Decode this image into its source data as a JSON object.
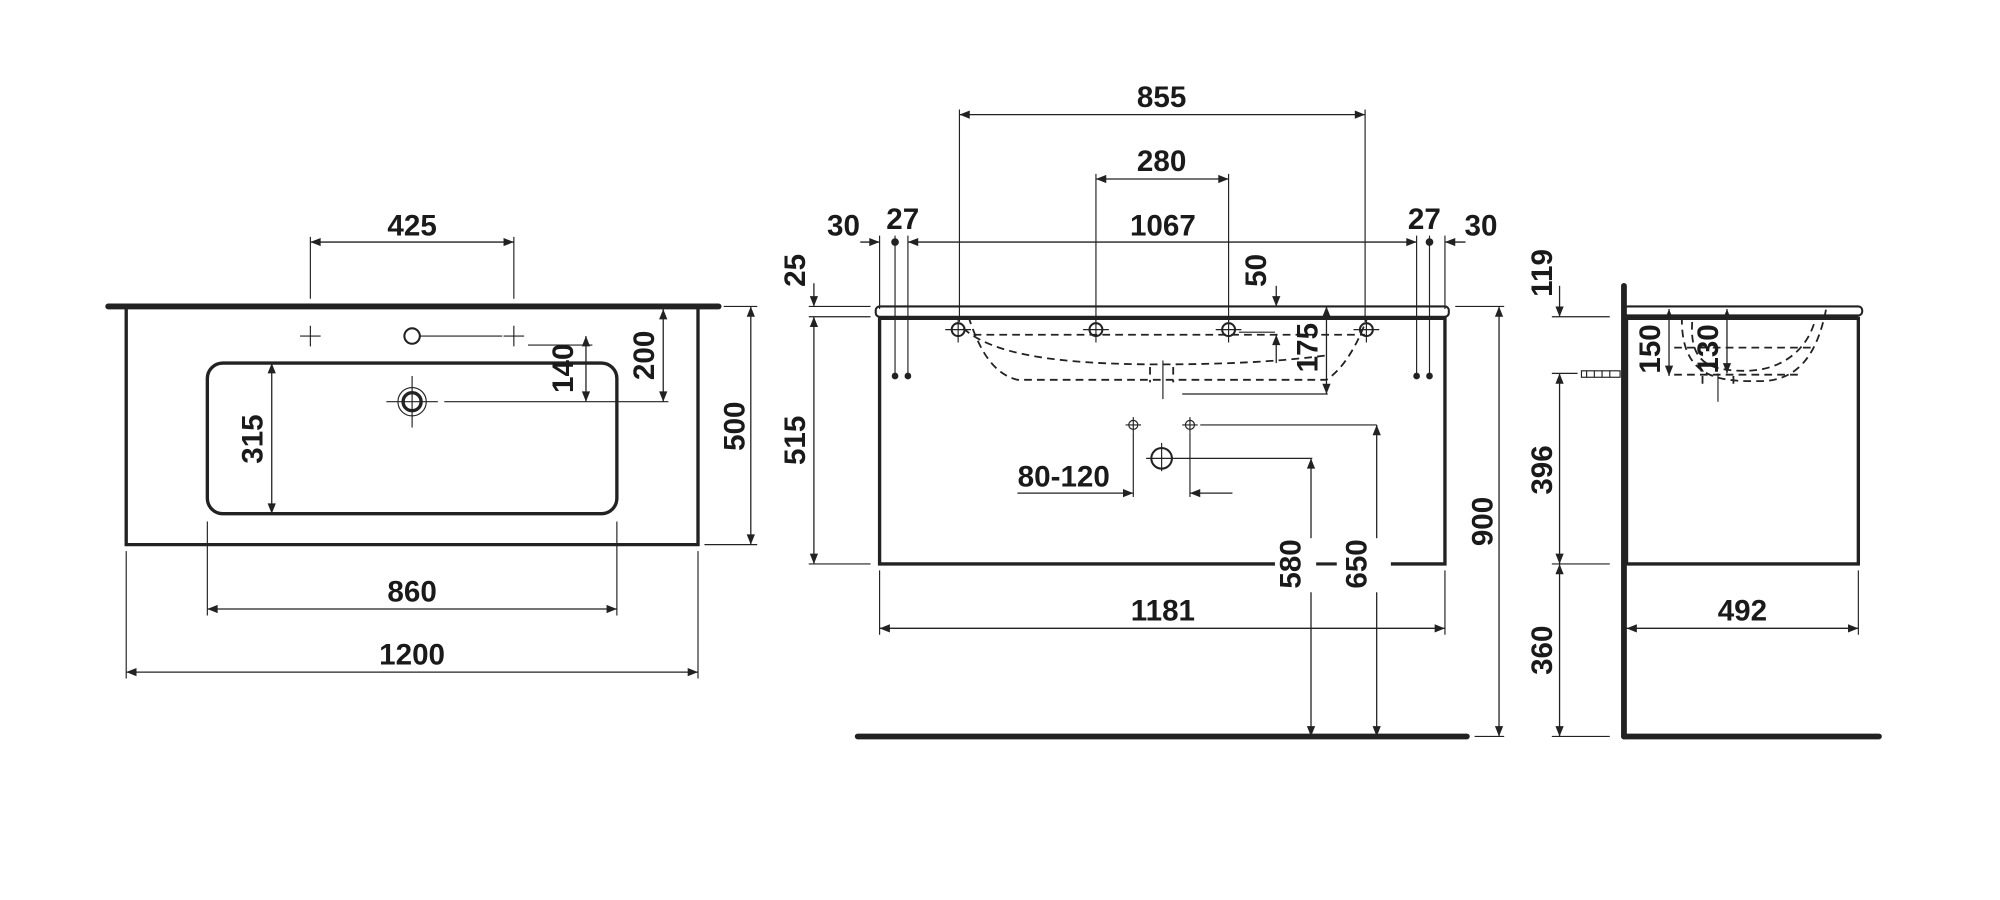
{
  "drawing": {
    "plan_view": {
      "tap_spacing": "425",
      "tap_to_drain": "140",
      "wall_to_drain": "200",
      "depth": "500",
      "bowl_depth": "315",
      "bowl_width": "860",
      "total_width": "1200"
    },
    "front_view": {
      "bracket_spacing_outer": "855",
      "bracket_spacing_inner": "280",
      "left_offset": "30",
      "left_gap": "27",
      "inner_width": "1067",
      "right_gap": "27",
      "right_offset": "30",
      "top_thickness": "25",
      "cabinet_height": "515",
      "drain_offset": "50",
      "basin_depth": "175",
      "supply_spacing": "80-120",
      "drain_height": "580",
      "supply_height": "650",
      "cabinet_width": "1181",
      "total_height": "900"
    },
    "side_view": {
      "top_offset": "119",
      "body_height": "396",
      "floor_clearance": "360",
      "basin_depth_a": "150",
      "basin_depth_b": "130",
      "cabinet_depth": "492"
    }
  }
}
